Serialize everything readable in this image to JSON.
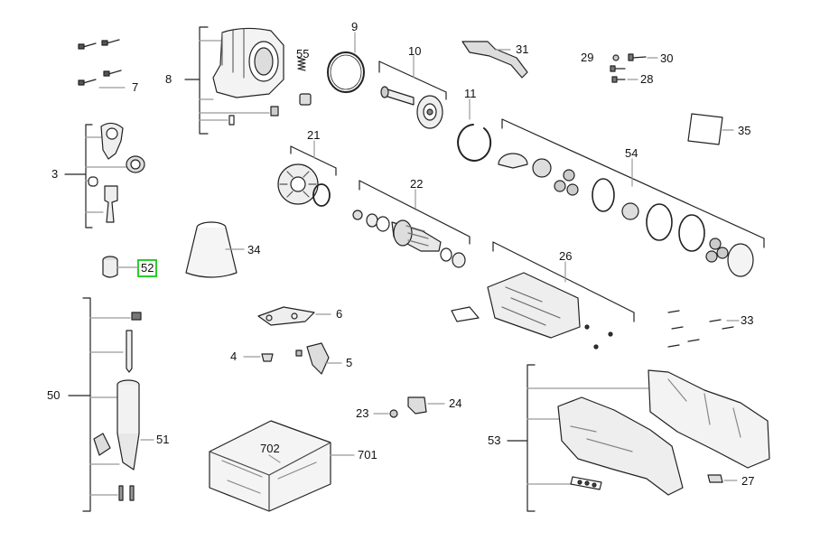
{
  "diagram": {
    "highlight_color": "#2ecc2e",
    "highlighted_part": "52",
    "labels": {
      "p3": "3",
      "p4": "4",
      "p5": "5",
      "p6": "6",
      "p7": "7",
      "p8": "8",
      "p9": "9",
      "p10": "10",
      "p11": "11",
      "p21": "21",
      "p22": "22",
      "p23": "23",
      "p24": "24",
      "p26": "26",
      "p27": "27",
      "p28": "28",
      "p29": "29",
      "p30": "30",
      "p31": "31",
      "p33": "33",
      "p34": "34",
      "p35": "35",
      "p50": "50",
      "p51": "51",
      "p52": "52",
      "p53": "53",
      "p54": "54",
      "p55": "55",
      "p701": "701",
      "p702": "702"
    }
  }
}
